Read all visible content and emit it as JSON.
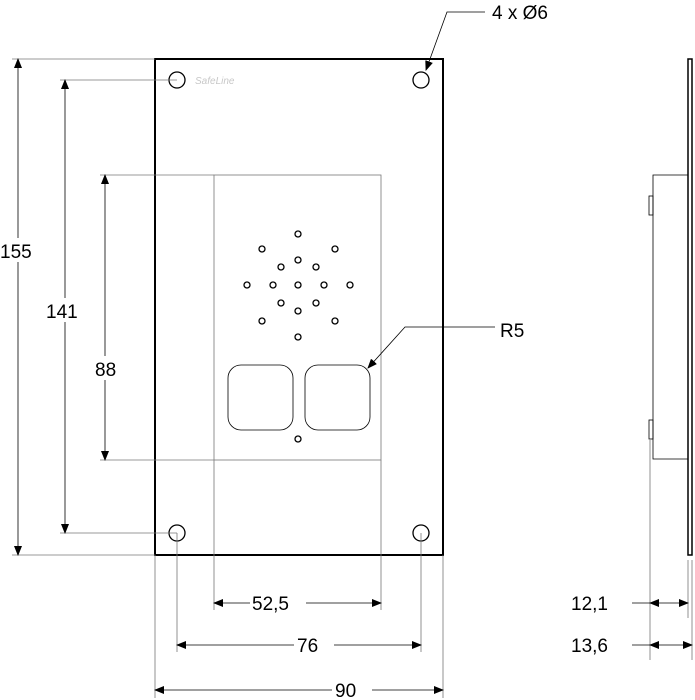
{
  "logo_text": "SafeLine",
  "dimensions": {
    "height_overall": "155",
    "hole_spacing_vertical": "141",
    "panel_height": "88",
    "panel_width": "52,5",
    "hole_spacing_horizontal": "76",
    "width_overall": "90",
    "hole_callout": "4 x Ø6",
    "corner_radius": "R5",
    "depth_body": "12,1",
    "depth_total": "13,6"
  }
}
